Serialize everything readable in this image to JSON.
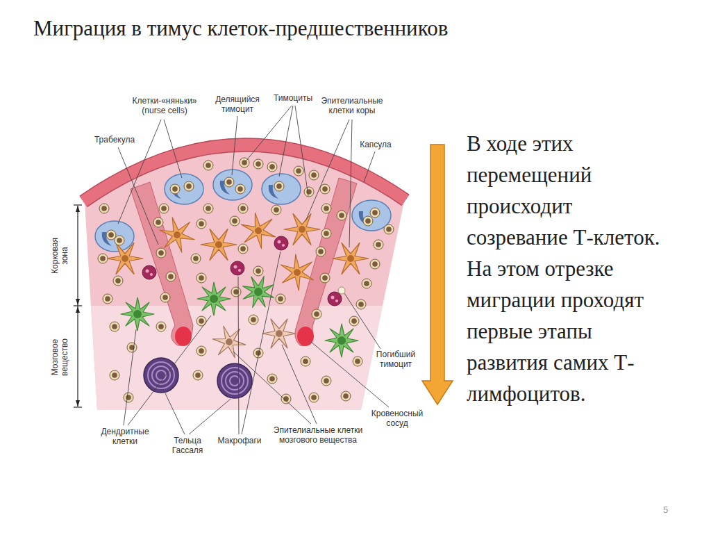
{
  "diagram": {
    "title": "Миграция в тимус клеток-предшественников",
    "labels": [
      "Клетки-«няньки» (nurse cells)",
      "Делящийся тимоцит",
      "Тимоциты",
      "Эпителиальные клетки коры",
      "Трабекула",
      "Капсула",
      "Корковая зона",
      "Мозговое вещество",
      "Погибший тимоцит",
      "Кровеносный сосуд",
      "Дендритные клетки",
      "Тельца Гассаля",
      "Макрофаги",
      "Эпителиальные клетки мозгового вещества",
      "В ходе этих перемещений происходит созревание Т-клеток.",
      "На этом отрезке миграции проходят первые этапы развития самих Т-лимфоцитов.",
      "5"
    ]
  }
}
